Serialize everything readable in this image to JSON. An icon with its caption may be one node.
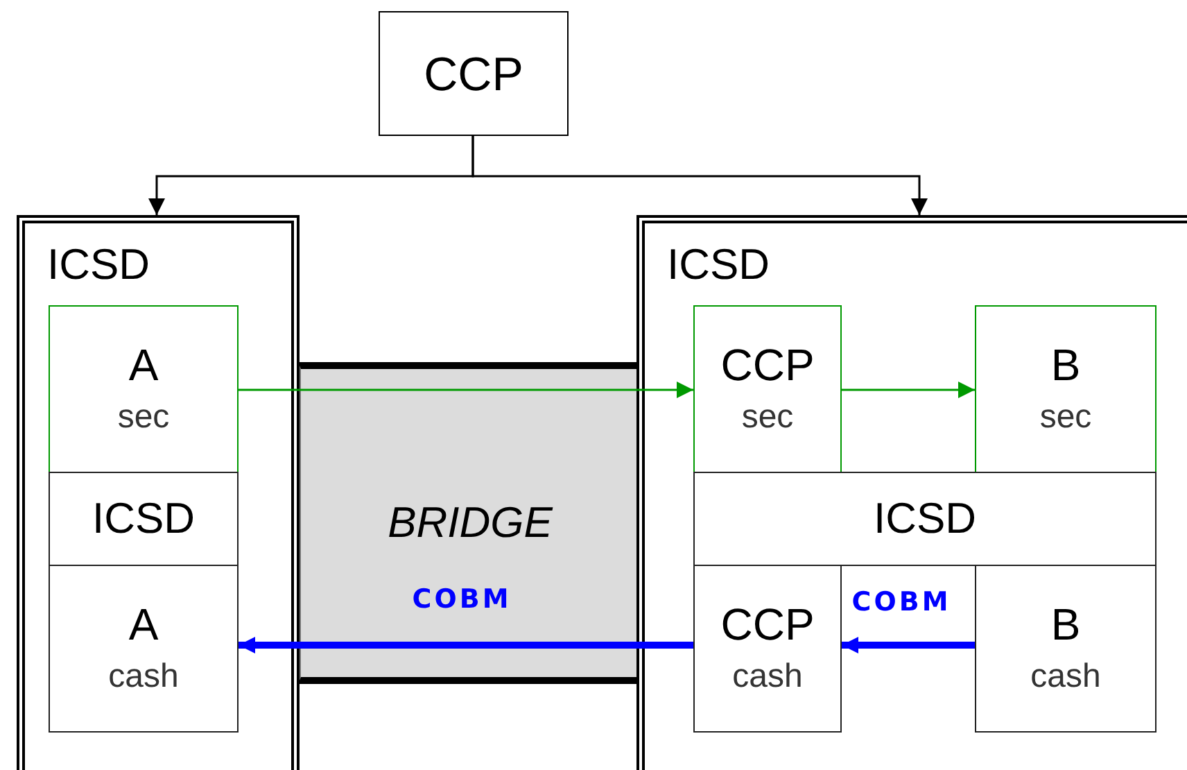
{
  "diagram": {
    "nodes": [
      {
        "text": [
          "CCP"
        ]
      },
      {
        "text": [
          "ICSD"
        ]
      },
      {
        "text": [
          "A",
          "sec"
        ],
        "in": 1
      },
      {
        "text": [
          "ICSD"
        ],
        "in": 1
      },
      {
        "text": [
          "A",
          "cash"
        ],
        "in": 1
      },
      {
        "text": [
          "ICSD"
        ]
      },
      {
        "text": [
          "CCP",
          "sec"
        ],
        "in": 5
      },
      {
        "text": [
          "B",
          "sec"
        ],
        "in": 5
      },
      {
        "text": [
          "ICSD"
        ],
        "in": 5
      },
      {
        "text": [
          "CCP",
          "cash"
        ],
        "in": 5
      },
      {
        "text": [
          "B",
          "cash"
        ],
        "in": 5
      }
    ],
    "edges": [
      {
        "from": 0,
        "to": 1,
        "arrow": "to"
      },
      {
        "from": 0,
        "to": 5,
        "arrow": "to"
      },
      {
        "from": 2,
        "to": 6,
        "arrow": "to",
        "color": "#009900"
      },
      {
        "from": 6,
        "to": 7,
        "arrow": "to",
        "color": "#009900"
      },
      {
        "from": 9,
        "to": 4,
        "arrow": "to",
        "label": "COBM",
        "style": "thick",
        "color": "#0000ff"
      },
      {
        "from": 10,
        "to": 9,
        "arrow": "to",
        "label": "COBM",
        "style": "thick",
        "color": "#0000ff"
      }
    ],
    "labels": [
      "BRIDGE"
    ]
  }
}
